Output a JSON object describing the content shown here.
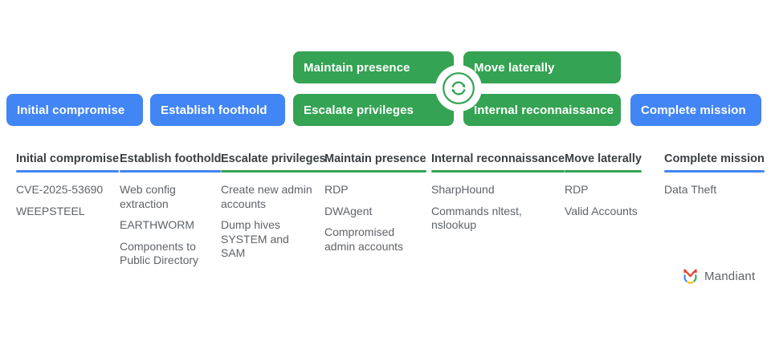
{
  "colors": {
    "blue": "#4285f4",
    "green": "#34a353",
    "header_text": "#3c4043",
    "body_text": "#5f6368"
  },
  "flow": {
    "stages": [
      {
        "label": "Initial compromise",
        "color": "blue"
      },
      {
        "label": "Establish foothold",
        "color": "blue"
      },
      {
        "label": "Maintain presence",
        "color": "green"
      },
      {
        "label": "Escalate privileges",
        "color": "green"
      },
      {
        "label": "Move laterally",
        "color": "green"
      },
      {
        "label": "Internal reconnaissance",
        "color": "green"
      },
      {
        "label": "Complete mission",
        "color": "blue"
      }
    ],
    "cycle_icon": "refresh-cycle-icon"
  },
  "table": {
    "columns": [
      {
        "header": "Initial compromise",
        "accent": "blue",
        "items": [
          "CVE-2025-53690",
          "WEEPSTEEL"
        ]
      },
      {
        "header": "Establish foothold",
        "accent": "blue",
        "items": [
          "Web config extraction",
          "EARTHWORM",
          "Components to Public Directory"
        ]
      },
      {
        "header": "Escalate privileges",
        "accent": "green",
        "items": [
          "Create new admin accounts",
          "Dump hives SYSTEM and SAM"
        ]
      },
      {
        "header": "Maintain presence",
        "accent": "green",
        "items": [
          "RDP",
          "DWAgent",
          "Compromised admin accounts"
        ]
      },
      {
        "header": "Internal reconnaissance",
        "accent": "green",
        "items": [
          "SharpHound",
          "Commands nltest, nslookup"
        ]
      },
      {
        "header": "Move laterally",
        "accent": "green",
        "items": [
          "RDP",
          "Valid Accounts"
        ]
      },
      {
        "header": "Complete mission",
        "accent": "blue",
        "items": [
          "Data Theft"
        ]
      }
    ]
  },
  "footer": {
    "brand": "Mandiant"
  }
}
